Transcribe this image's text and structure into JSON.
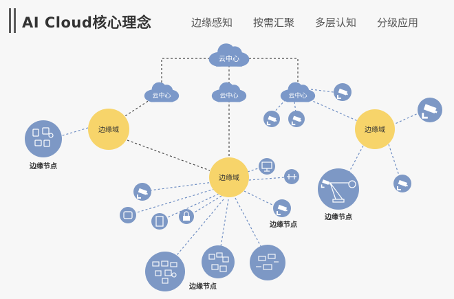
{
  "header": {
    "title": "AI Cloud核心理念",
    "keywords": [
      "边缘感知",
      "按需汇聚",
      "多层认知",
      "分级应用"
    ]
  },
  "diagram": {
    "cloud_label": "云中心",
    "edge_domain_label": "边缘域",
    "edge_node_label": "边缘节点",
    "colors": {
      "cloud": "#7b98c9",
      "domain": "#f7d46a",
      "device": "#7d98c5",
      "line": "#4a4a4a",
      "device_line": "#6f8ec3"
    }
  }
}
